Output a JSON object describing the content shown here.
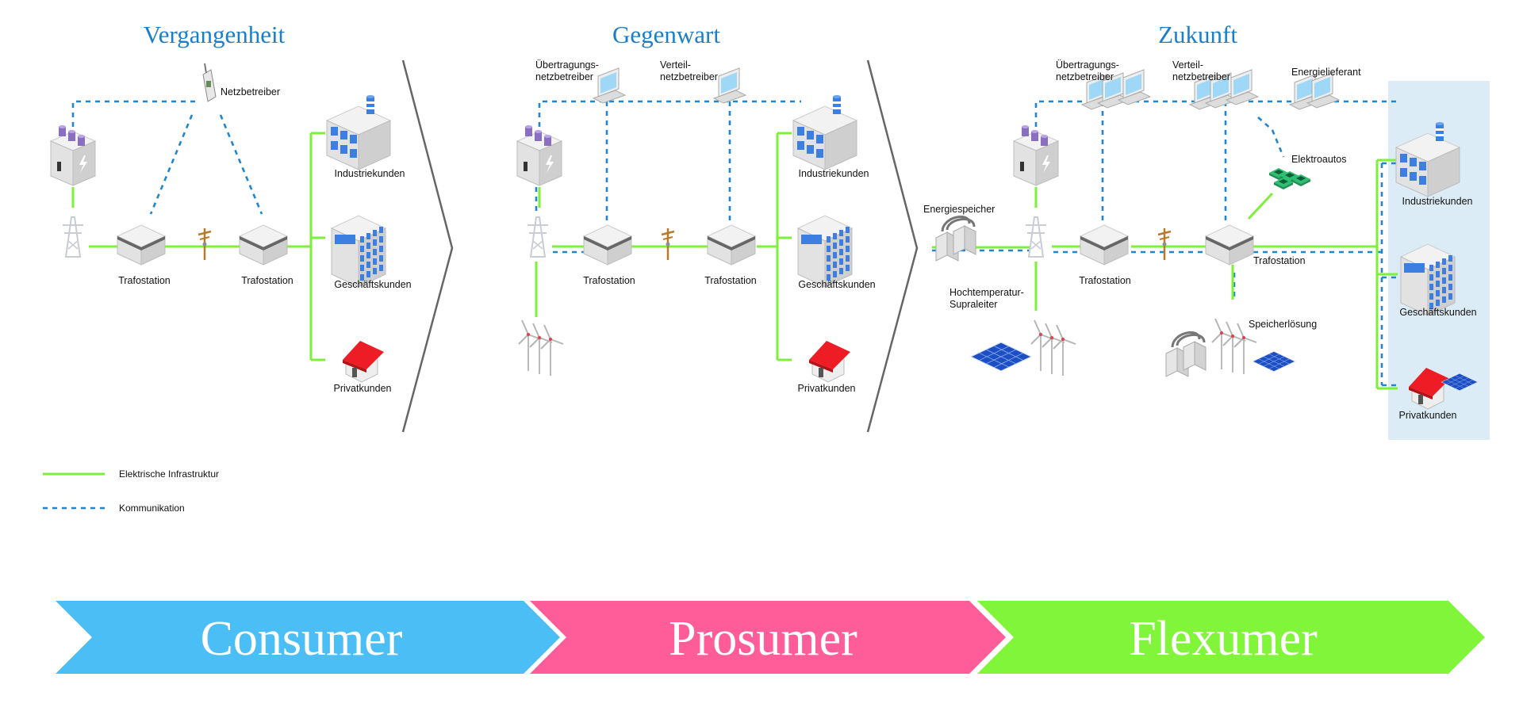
{
  "eras": {
    "past": {
      "title": "Vergangenheit",
      "netzbetreiber": "Netzbetreiber",
      "trafo1": "Trafostation",
      "trafo2": "Trafostation",
      "industrie": "Industriekunden",
      "geschaeft": "Geschäftskunden",
      "privat": "Privatkunden"
    },
    "present": {
      "title": "Gegenwart",
      "uebertragung_l1": "Übertragungs-",
      "uebertragung_l2": "netzbetreiber",
      "verteil_l1": "Verteil-",
      "verteil_l2": "netzbetreiber",
      "trafo1": "Trafostation",
      "trafo2": "Trafostation",
      "industrie": "Industriekunden",
      "geschaeft": "Geschäftskunden",
      "privat": "Privatkunden"
    },
    "future": {
      "title": "Zukunft",
      "uebertragung_l1": "Übertragungs-",
      "uebertragung_l2": "netzbetreiber",
      "verteil_l1": "Verteil-",
      "verteil_l2": "netzbetreiber",
      "energielieferant": "Energielieferant",
      "elektroautos": "Elektroautos",
      "energiespeicher": "Energiespeicher",
      "supra_l1": "Hochtemperatur-",
      "supra_l2": "Supraleiter",
      "trafo1": "Trafostation",
      "trafo2": "Trafostation",
      "speicherloesung": "Speicherlösung",
      "industrie": "Industriekunden",
      "geschaeft": "Geschäftskunden",
      "privat": "Privatkunden"
    }
  },
  "legend": {
    "electric": "Elektrische Infrastruktur",
    "communication": "Kommunikation"
  },
  "banner": {
    "consumer": "Consumer",
    "prosumer": "Prosumer",
    "flexumer": "Flexumer"
  },
  "colors": {
    "title": "#1a7ec8",
    "electric_line": "#7ef03a",
    "communication_line": "#1f86cf",
    "consumer": "#4bbff5",
    "prosumer": "#ff5c9a",
    "flexumer": "#80f53a",
    "customer_panel": "#dcecf7"
  }
}
